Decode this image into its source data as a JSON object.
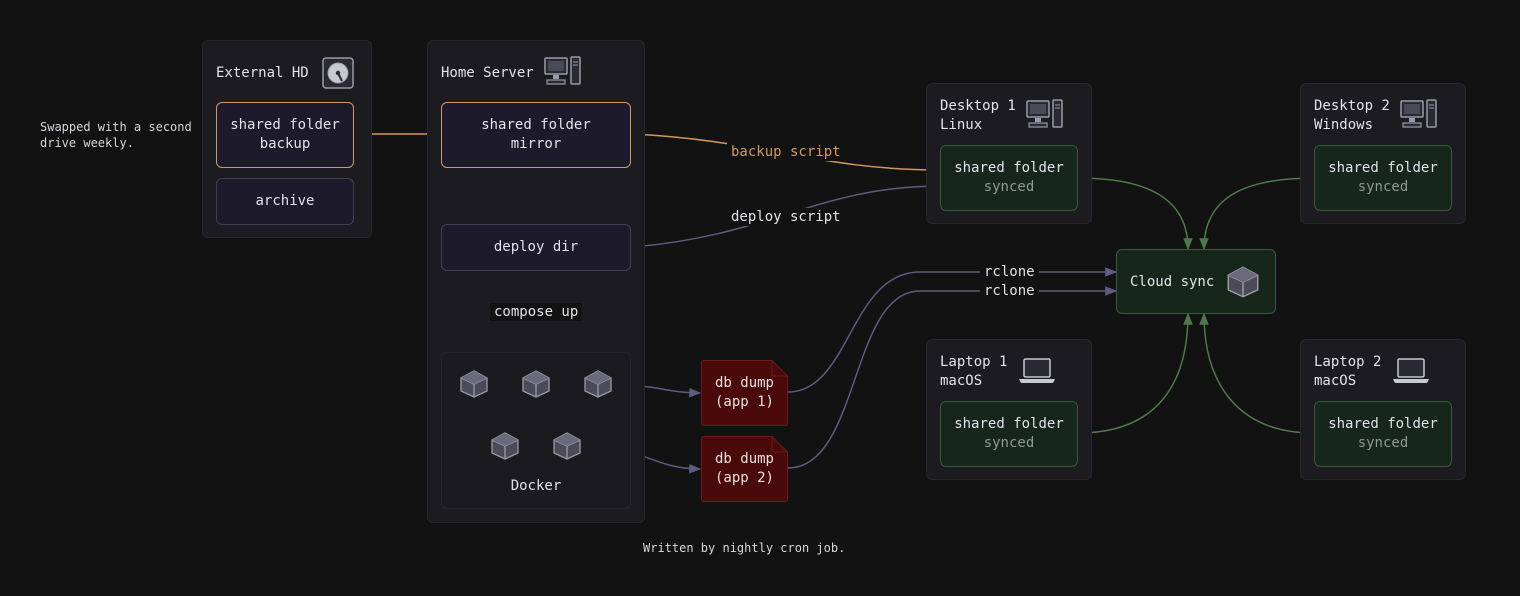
{
  "external_hd": {
    "title": "External HD",
    "backup": [
      "shared folder",
      "backup"
    ],
    "archive": "archive"
  },
  "note_swapped": "Swapped with a second\ndrive weekly.",
  "home_server": {
    "title": "Home Server",
    "mirror": [
      "shared folder",
      "mirror"
    ],
    "deploy_dir": "deploy dir",
    "compose_up": "compose up",
    "docker": "Docker"
  },
  "dumps": [
    [
      "db dump",
      "(app 1)"
    ],
    [
      "db dump",
      "(app 2)"
    ]
  ],
  "note_cron": "Written by nightly cron job.",
  "edges": {
    "backup_script": "backup script",
    "deploy_script": "deploy script",
    "rclone_1": "rclone",
    "rclone_2": "rclone"
  },
  "desktop1": {
    "title": "Desktop 1\nLinux",
    "folder": "shared folder",
    "status": "synced"
  },
  "desktop2": {
    "title": "Desktop 2\nWindows",
    "folder": "shared folder",
    "status": "synced"
  },
  "laptop1": {
    "title": "Laptop 1\nmacOS",
    "folder": "shared folder",
    "status": "synced"
  },
  "laptop2": {
    "title": "Laptop 2\nmacOS",
    "folder": "shared folder",
    "status": "synced"
  },
  "cloud": {
    "title": "Cloud sync"
  },
  "colors": {
    "orange": "#d19a5c",
    "purple": "#5e5a82",
    "green": "#4e7a4a",
    "dump_red": "#4b0a0a",
    "synced_green": "#16261a"
  }
}
